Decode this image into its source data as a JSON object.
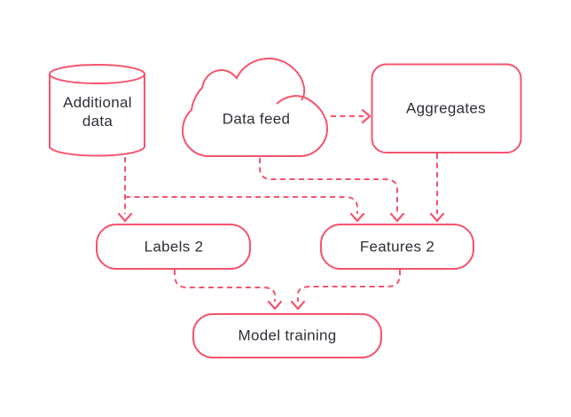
{
  "diagram": {
    "type": "flowchart",
    "accent_color": "#f5546e",
    "text_color": "#2e2e38",
    "background_color": "#ffffff",
    "line_style": "dashed-arrows",
    "nodes": [
      {
        "id": "additional-data",
        "label": "Additional data",
        "shape": "database-cylinder"
      },
      {
        "id": "data-feed",
        "label": "Data feed",
        "shape": "cloud"
      },
      {
        "id": "aggregates",
        "label": "Aggregates",
        "shape": "rounded-rectangle"
      },
      {
        "id": "labels-2",
        "label": "Labels 2",
        "shape": "rounded-rectangle"
      },
      {
        "id": "features-2",
        "label": "Features 2",
        "shape": "rounded-rectangle"
      },
      {
        "id": "model-training",
        "label": "Model training",
        "shape": "rounded-rectangle"
      }
    ],
    "edges": [
      {
        "from": "data-feed",
        "to": "aggregates",
        "style": "dashed-arrow"
      },
      {
        "from": "additional-data",
        "to": "labels-2",
        "style": "dashed-arrow"
      },
      {
        "from": "additional-data",
        "to": "features-2",
        "style": "dashed-arrow"
      },
      {
        "from": "data-feed",
        "to": "features-2",
        "style": "dashed-arrow"
      },
      {
        "from": "aggregates",
        "to": "features-2",
        "style": "dashed-arrow"
      },
      {
        "from": "labels-2",
        "to": "model-training",
        "style": "dashed-arrow"
      },
      {
        "from": "features-2",
        "to": "model-training",
        "style": "dashed-arrow"
      }
    ]
  }
}
